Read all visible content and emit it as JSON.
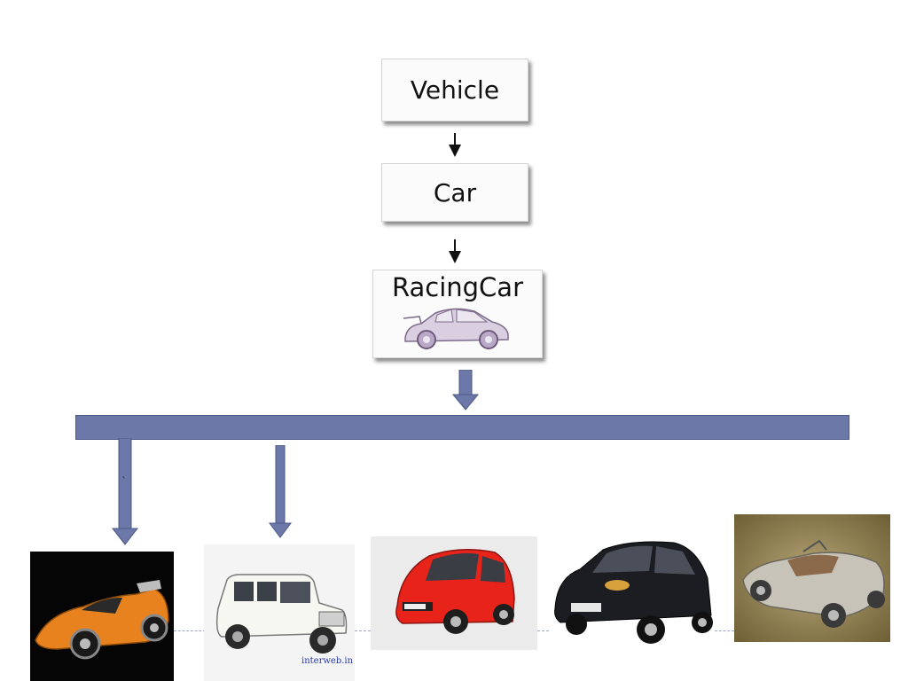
{
  "hierarchy": {
    "level1": "Vehicle",
    "level2": "Car",
    "level3": "RacingCar"
  },
  "watermark": "interweb.in",
  "tick_mark": "`",
  "colors": {
    "bar": "#6b78a8",
    "box_bg": "#fbfbfb",
    "arrow": "#111111"
  },
  "images": [
    {
      "name": "orange-concept-car",
      "icon": "car-icon"
    },
    {
      "name": "white-suv",
      "icon": "car-icon"
    },
    {
      "name": "red-nano-car",
      "icon": "car-icon"
    },
    {
      "name": "black-hatchback",
      "icon": "car-icon"
    },
    {
      "name": "silver-roadster",
      "icon": "car-icon"
    }
  ]
}
